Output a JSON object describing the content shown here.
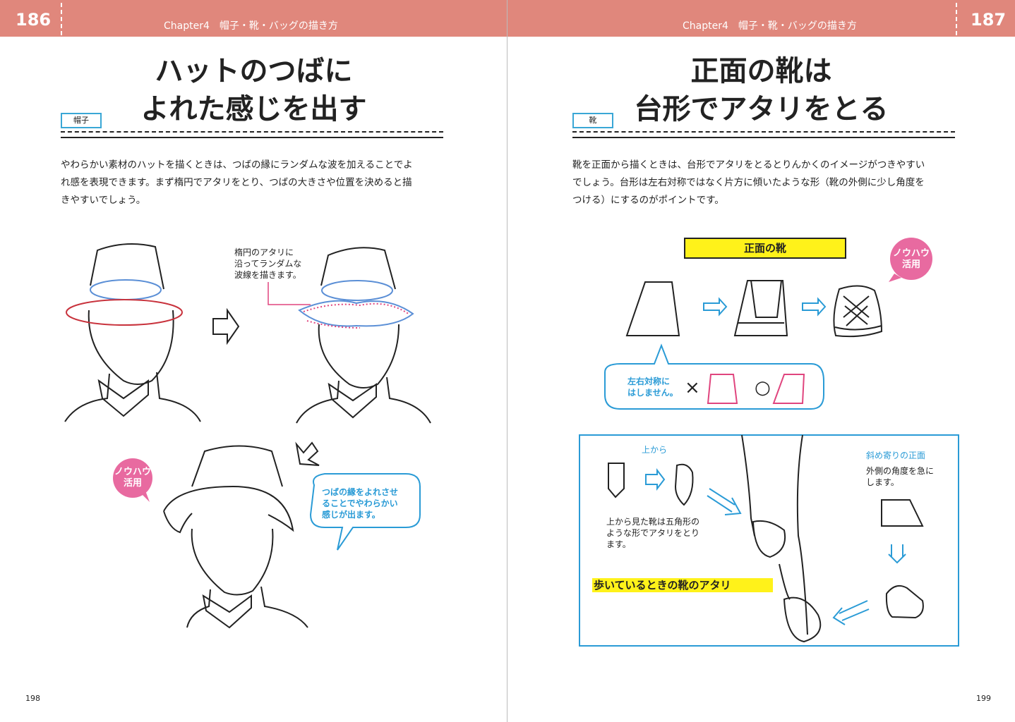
{
  "left_page": {
    "page_badge": "186",
    "chapter": "Chapter4　帽子・靴・バッグの描き方",
    "tag": "帽子",
    "title_line1": "ハットのつばに",
    "title_line2": "よれた感じを出す",
    "body_line1": "やわらかい素材のハットを描くときは、つばの縁にランダムな波を加えることでよ",
    "body_line2": "れ感を表現できます。まず楕円でアタリをとり、つばの大きさや位置を決めると描",
    "body_line3": "きやすいでしょう。",
    "note1_line1": "楕円のアタリに",
    "note1_line2": "沿ってランダムな",
    "note1_line3": "波線を描きます。",
    "badge_line1": "ノウハウ",
    "badge_line2": "活用",
    "bubble_line1": "つばの縁をよれさせ",
    "bubble_line2": "ることでやわらかい",
    "bubble_line3": "感じが出ます。",
    "folio": "198"
  },
  "right_page": {
    "page_badge": "187",
    "chapter": "Chapter4　帽子・靴・バッグの描き方",
    "tag": "靴",
    "title_line1": "正面の靴は",
    "title_line2": "台形でアタリをとる",
    "body_line1": "靴を正面から描くときは、台形でアタリをとるとりんかくのイメージがつきやすい",
    "body_line2": "でしょう。台形は左右対称ではなく片方に傾いたような形（靴の外側に少し角度を",
    "body_line3": "つける）にするのがポイントです。",
    "label_front": "正面の靴",
    "badge_line1": "ノウハウ",
    "badge_line2": "活用",
    "bubble_line1": "左右対称に",
    "bubble_line2": "はしません。",
    "mark_x": "×",
    "mark_o": "○",
    "box_top_label": "上から",
    "box_top_note_line1": "上から見た靴は五角形の",
    "box_top_note_line2": "ような形でアタリをとり",
    "box_top_note_line3": "ます。",
    "box_side_label": "斜め寄りの正面",
    "box_side_note_line1": "外側の角度を急に",
    "box_side_note_line2": "します。",
    "box_walk_label": "歩いているときの靴のアタリ",
    "folio": "199"
  },
  "colors": {
    "header": "#e0877c",
    "accent_blue": "#2a9bd6",
    "accent_pink": "#e0457e",
    "badge_pink": "#e86aa0",
    "highlight_yellow": "#fff21a",
    "ellipse_red": "#c8323c",
    "ellipse_blue": "#5b8fd6"
  }
}
